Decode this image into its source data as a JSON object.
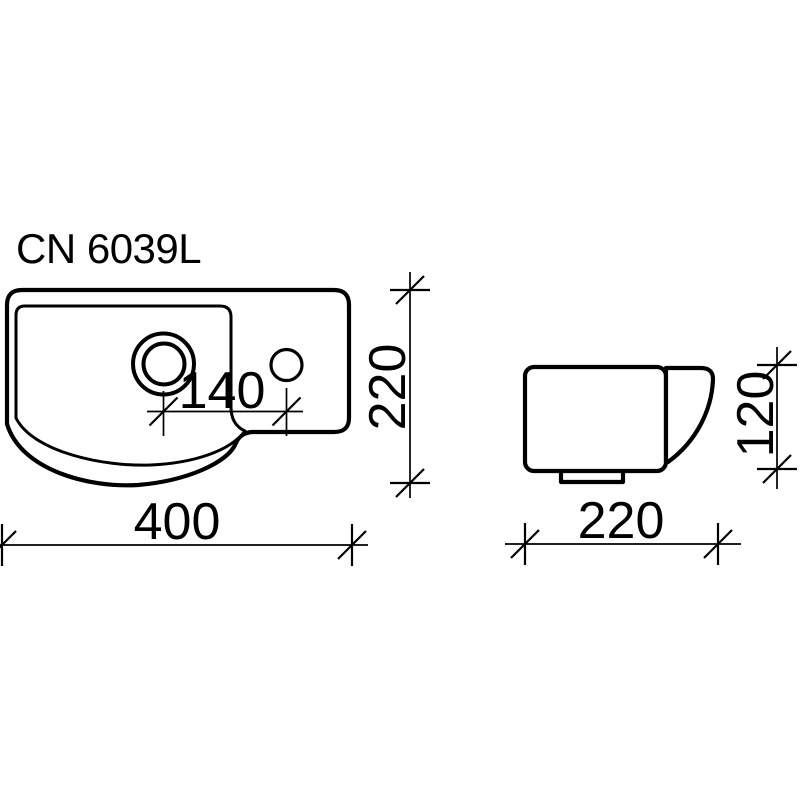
{
  "title": "CN 6039L",
  "colors": {
    "line": "#000000",
    "background": "#ffffff"
  },
  "dimensions": {
    "top_view": {
      "width": "400",
      "depth": "220",
      "hole_spacing": "140"
    },
    "side_view": {
      "depth": "220",
      "height": "120"
    }
  }
}
